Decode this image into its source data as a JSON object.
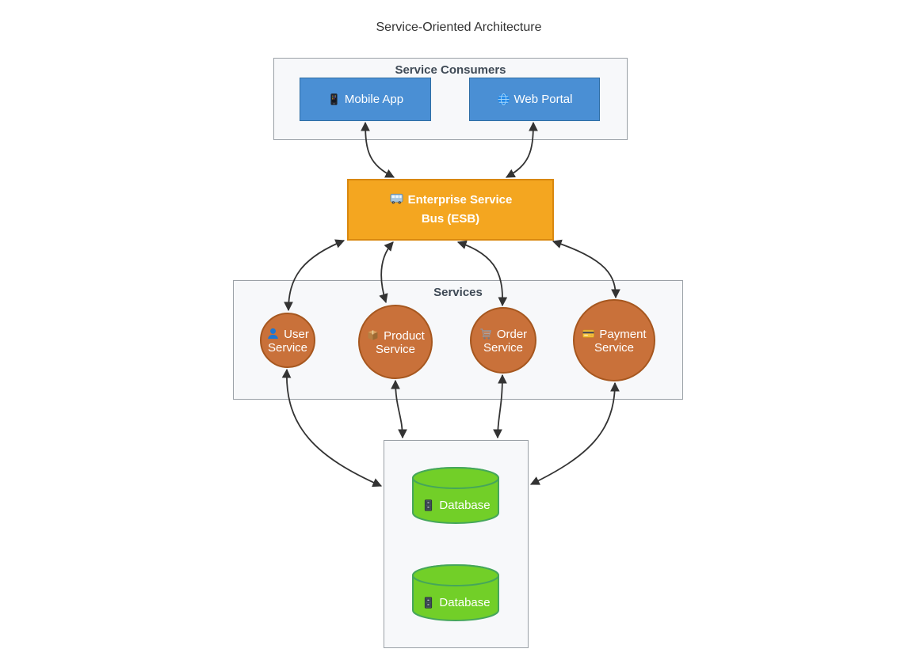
{
  "title": "Service-Oriented Architecture",
  "groups": {
    "consumers": {
      "label": "Service Consumers"
    },
    "services": {
      "label": "Services"
    }
  },
  "nodes": {
    "mobile_app": {
      "label": "Mobile App",
      "icon": "mobile-phone-icon"
    },
    "web_portal": {
      "label": "Web Portal",
      "icon": "globe-icon"
    },
    "esb": {
      "label": "Enterprise Service Bus (ESB)",
      "lines": [
        "Enterprise Service",
        "Bus (ESB)"
      ],
      "icon": "bus-icon"
    },
    "user_service": {
      "label": "User Service",
      "icon": "user-icon"
    },
    "product_service": {
      "label": "Product Service",
      "icon": "package-icon"
    },
    "order_service": {
      "label": "Order Service",
      "icon": "shopping-cart-icon"
    },
    "payment_service": {
      "label": "Payment Service",
      "icon": "credit-card-icon"
    },
    "database_1": {
      "label": "Database",
      "icon": "file-cabinet-icon"
    },
    "database_2": {
      "label": "Database",
      "icon": "file-cabinet-icon"
    }
  },
  "edges": [
    {
      "from": "Mobile App",
      "to": "Enterprise Service Bus (ESB)",
      "bidirectional": true
    },
    {
      "from": "Web Portal",
      "to": "Enterprise Service Bus (ESB)",
      "bidirectional": true
    },
    {
      "from": "Enterprise Service Bus (ESB)",
      "to": "User Service",
      "bidirectional": true
    },
    {
      "from": "Enterprise Service Bus (ESB)",
      "to": "Product Service",
      "bidirectional": true
    },
    {
      "from": "Enterprise Service Bus (ESB)",
      "to": "Order Service",
      "bidirectional": true
    },
    {
      "from": "Enterprise Service Bus (ESB)",
      "to": "Payment Service",
      "bidirectional": true
    },
    {
      "from": "User Service",
      "to": "Database",
      "bidirectional": true
    },
    {
      "from": "Product Service",
      "to": "Database",
      "bidirectional": true
    },
    {
      "from": "Order Service",
      "to": "Database",
      "bidirectional": true
    },
    {
      "from": "Payment Service",
      "to": "Database",
      "bidirectional": true
    }
  ],
  "colors": {
    "consumer_node_fill": "#4a8fd4",
    "consumer_node_border": "#2e6da4",
    "esb_fill": "#f4a620",
    "esb_border": "#d9880f",
    "service_fill": "#c9713a",
    "service_border": "#a6571f",
    "database_fill": "#72cf28",
    "database_border": "#45a65a",
    "group_fill": "#f7f8fa",
    "group_border": "#9aa0a6",
    "group_label_text": "#3f4a56",
    "edge_stroke": "#333333",
    "node_text": "#ffffff",
    "title_text": "#333333"
  }
}
